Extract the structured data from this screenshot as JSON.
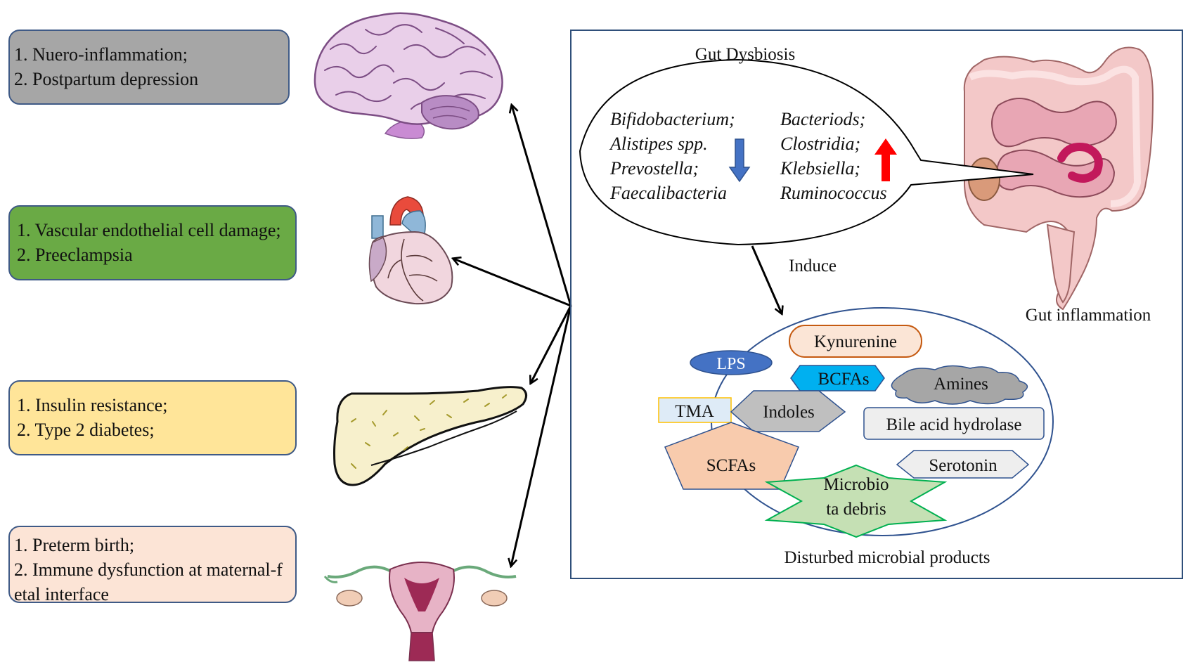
{
  "effects": [
    {
      "lines": [
        "1. Nuero-inflammation;",
        "2. Postpartum depression"
      ],
      "organ": "brain-icon",
      "color": "#a6a6a6"
    },
    {
      "lines": [
        "1. Vascular endothelial cell  damage;",
        "2. Preeclampsia"
      ],
      "organ": "heart-icon",
      "color": "#6aaa45"
    },
    {
      "lines": [
        "1. Insulin resistance;",
        "2. Type 2 diabetes;"
      ],
      "organ": "pancreas-icon",
      "color": "#ffe599"
    },
    {
      "lines": [
        "1. Preterm birth;",
        "2. Immune dysfunction at maternal-f",
        "etal interface"
      ],
      "organ": "uterus-icon",
      "color": "#fce4d6"
    }
  ],
  "gut": {
    "dysbiosis_title": "Gut Dysbiosis",
    "decreased": [
      "Bifidobacterium;",
      "Alistipes spp.",
      "Prevostella;",
      "Faecalibacteria"
    ],
    "increased": [
      "Bacteriods;",
      "Clostridia;",
      "Klebsiella;",
      "Ruminococcus"
    ],
    "decrease_color": "#4472c4",
    "increase_color": "#ff0000",
    "induce_label": "Induce",
    "inflammation_label": "Gut inflammation",
    "products_title": "Disturbed microbial products",
    "products": {
      "kynurenine": "Kynurenine",
      "lps": "LPS",
      "bcfas": "BCFAs",
      "amines": "Amines",
      "tma": "TMA",
      "indoles": "Indoles",
      "bile": "Bile acid hydrolase",
      "scfas": "SCFAs",
      "serotonin": "Serotonin",
      "debris_line1": "Microbio",
      "debris_line2": "ta debris"
    }
  }
}
